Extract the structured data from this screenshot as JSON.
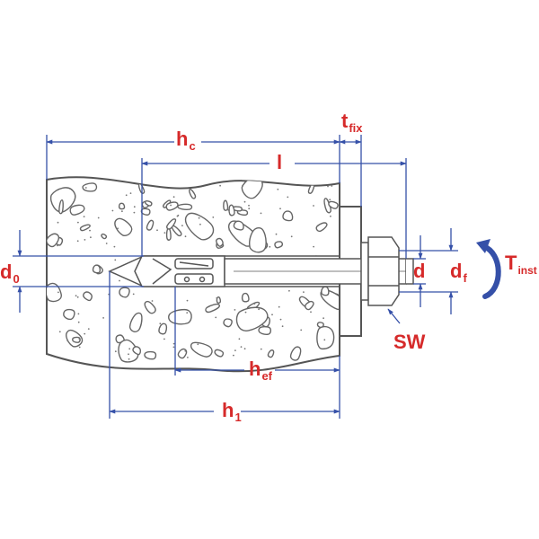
{
  "labels": {
    "h_c": {
      "main": "h",
      "sub": "c"
    },
    "t_fix": {
      "main": "t",
      "sub": "fix"
    },
    "l": {
      "main": "l",
      "sub": ""
    },
    "d_0": {
      "main": "d",
      "sub": "0"
    },
    "d": {
      "main": "d",
      "sub": ""
    },
    "d_f": {
      "main": "d",
      "sub": "f"
    },
    "T_inst": {
      "main": "T",
      "sub": "inst"
    },
    "SW": {
      "main": "SW",
      "sub": ""
    },
    "h_ef": {
      "main": "h",
      "sub": "ef"
    },
    "h_1": {
      "main": "h",
      "sub": "1"
    }
  },
  "colors": {
    "label": "#d62a2a",
    "dimension": "#3550a8",
    "outline": "#555555",
    "concrete": "#ffffff",
    "stone": "#ffffff"
  }
}
